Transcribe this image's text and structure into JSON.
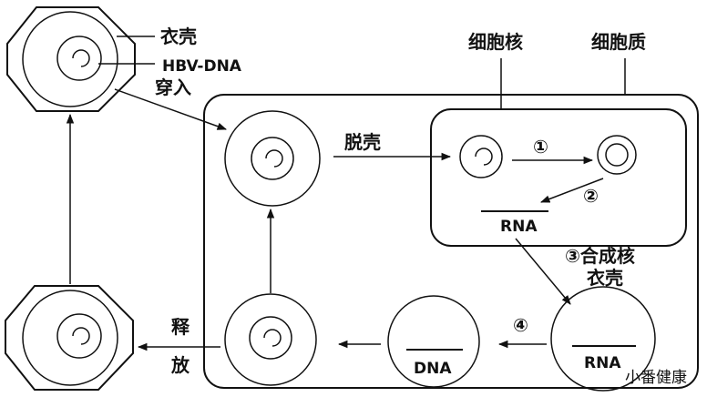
{
  "labels": {
    "capsid": "衣壳",
    "hbv_dna": "HBV-DNA",
    "penetration": "穿入",
    "uncoating": "脱壳",
    "nucleus": "细胞核",
    "cytoplasm": "细胞质",
    "step1": "①",
    "step2": "②",
    "rna_nucleus": "RNA",
    "step3_line1": "③合成核",
    "step3_line2": "衣壳",
    "rna_capsid": "RNA",
    "step4": "④",
    "dna_capsid": "DNA",
    "release_1": "释",
    "release_2": "放",
    "watermark": "小番健康"
  }
}
